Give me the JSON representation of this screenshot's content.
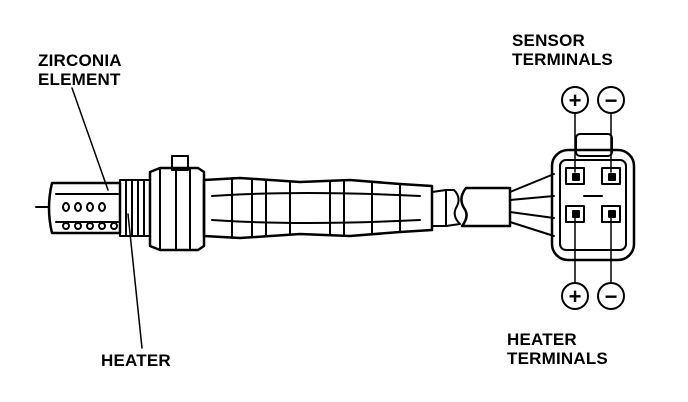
{
  "labels": {
    "zirconia_line1": "ZIRCONIA",
    "zirconia_line2": "ELEMENT",
    "sensor_line1": "SENSOR",
    "sensor_line2": "TERMINALS",
    "heater_t_line1": "HEATER",
    "heater_t_line2": "TERMINALS",
    "heater": "HEATER"
  },
  "symbols": {
    "positive": "+",
    "negative": "−"
  },
  "colors": {
    "ink": "#000000",
    "paper": "#ffffff"
  }
}
